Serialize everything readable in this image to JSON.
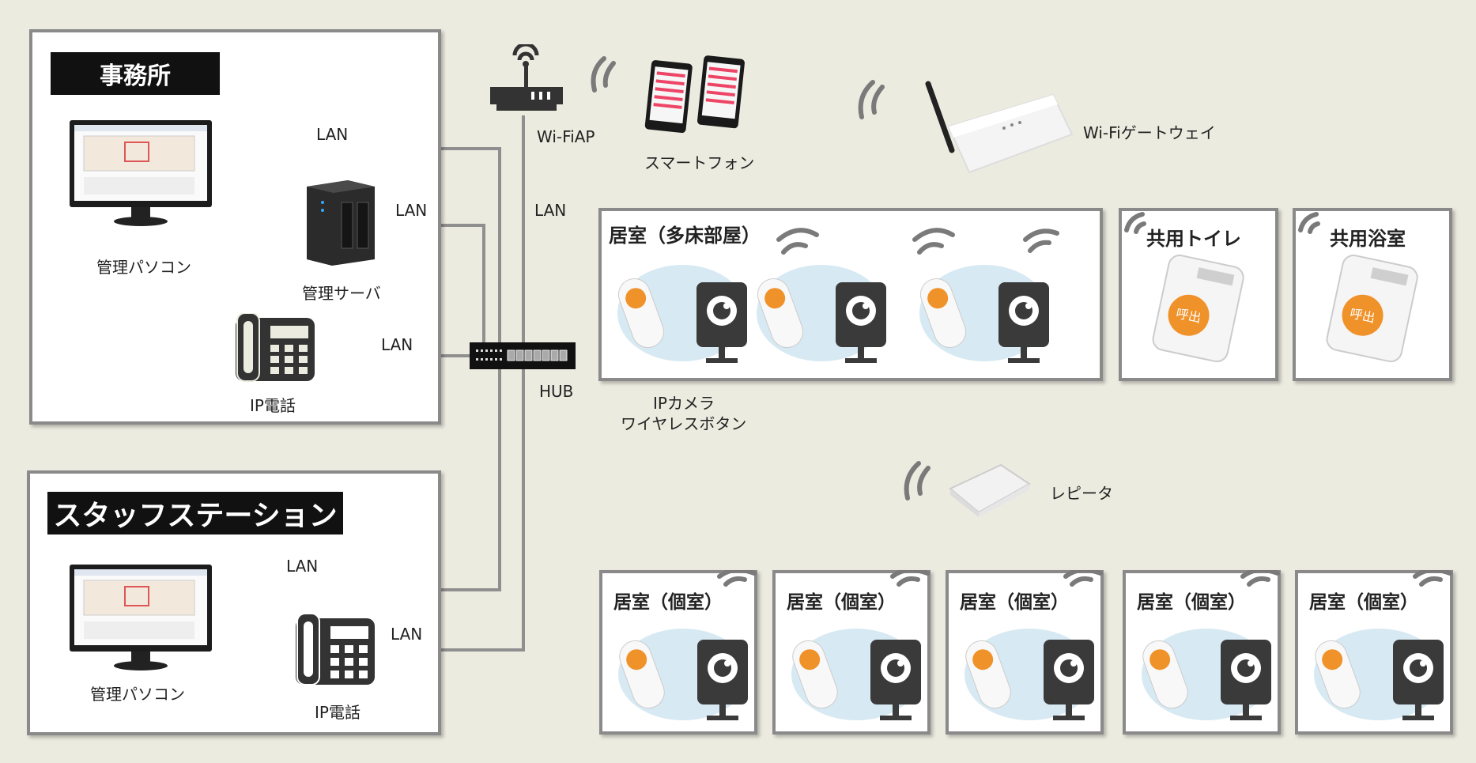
{
  "office": {
    "title": "事務所",
    "pc_label": "管理パソコン",
    "server_label": "管理サーバ",
    "phone_label": "IP電話"
  },
  "staff_station": {
    "title": "スタッフステーション",
    "pc_label": "管理パソコン",
    "phone_label": "IP電話"
  },
  "network": {
    "lan_label": "LAN",
    "hub_label": "HUB",
    "wifi_ap_label": "Wi-FiAP",
    "smartphone_label": "スマートフォン",
    "gateway_label": "Wi-Fiゲートウェイ",
    "repeater_label": "レピータ"
  },
  "rooms": {
    "multi_bed_title": "居室（多床部屋）",
    "device_caption_line1": "IPカメラ",
    "device_caption_line2": "ワイヤレスボタン",
    "shared_toilet_title": "共用トイレ",
    "shared_bath_title": "共用浴室",
    "private_titles": [
      "居室（個室）",
      "居室（個室）",
      "居室（個室）",
      "居室（個室）",
      "居室（個室）"
    ]
  },
  "device_text": {
    "call_button_text": "呼出"
  },
  "colors": {
    "background": "#ecebe0",
    "panel_border": "#8a8a8a",
    "wire": "#8f8f8f",
    "device_circle": "#d7e9f2",
    "button_accent": "#f0922a"
  }
}
